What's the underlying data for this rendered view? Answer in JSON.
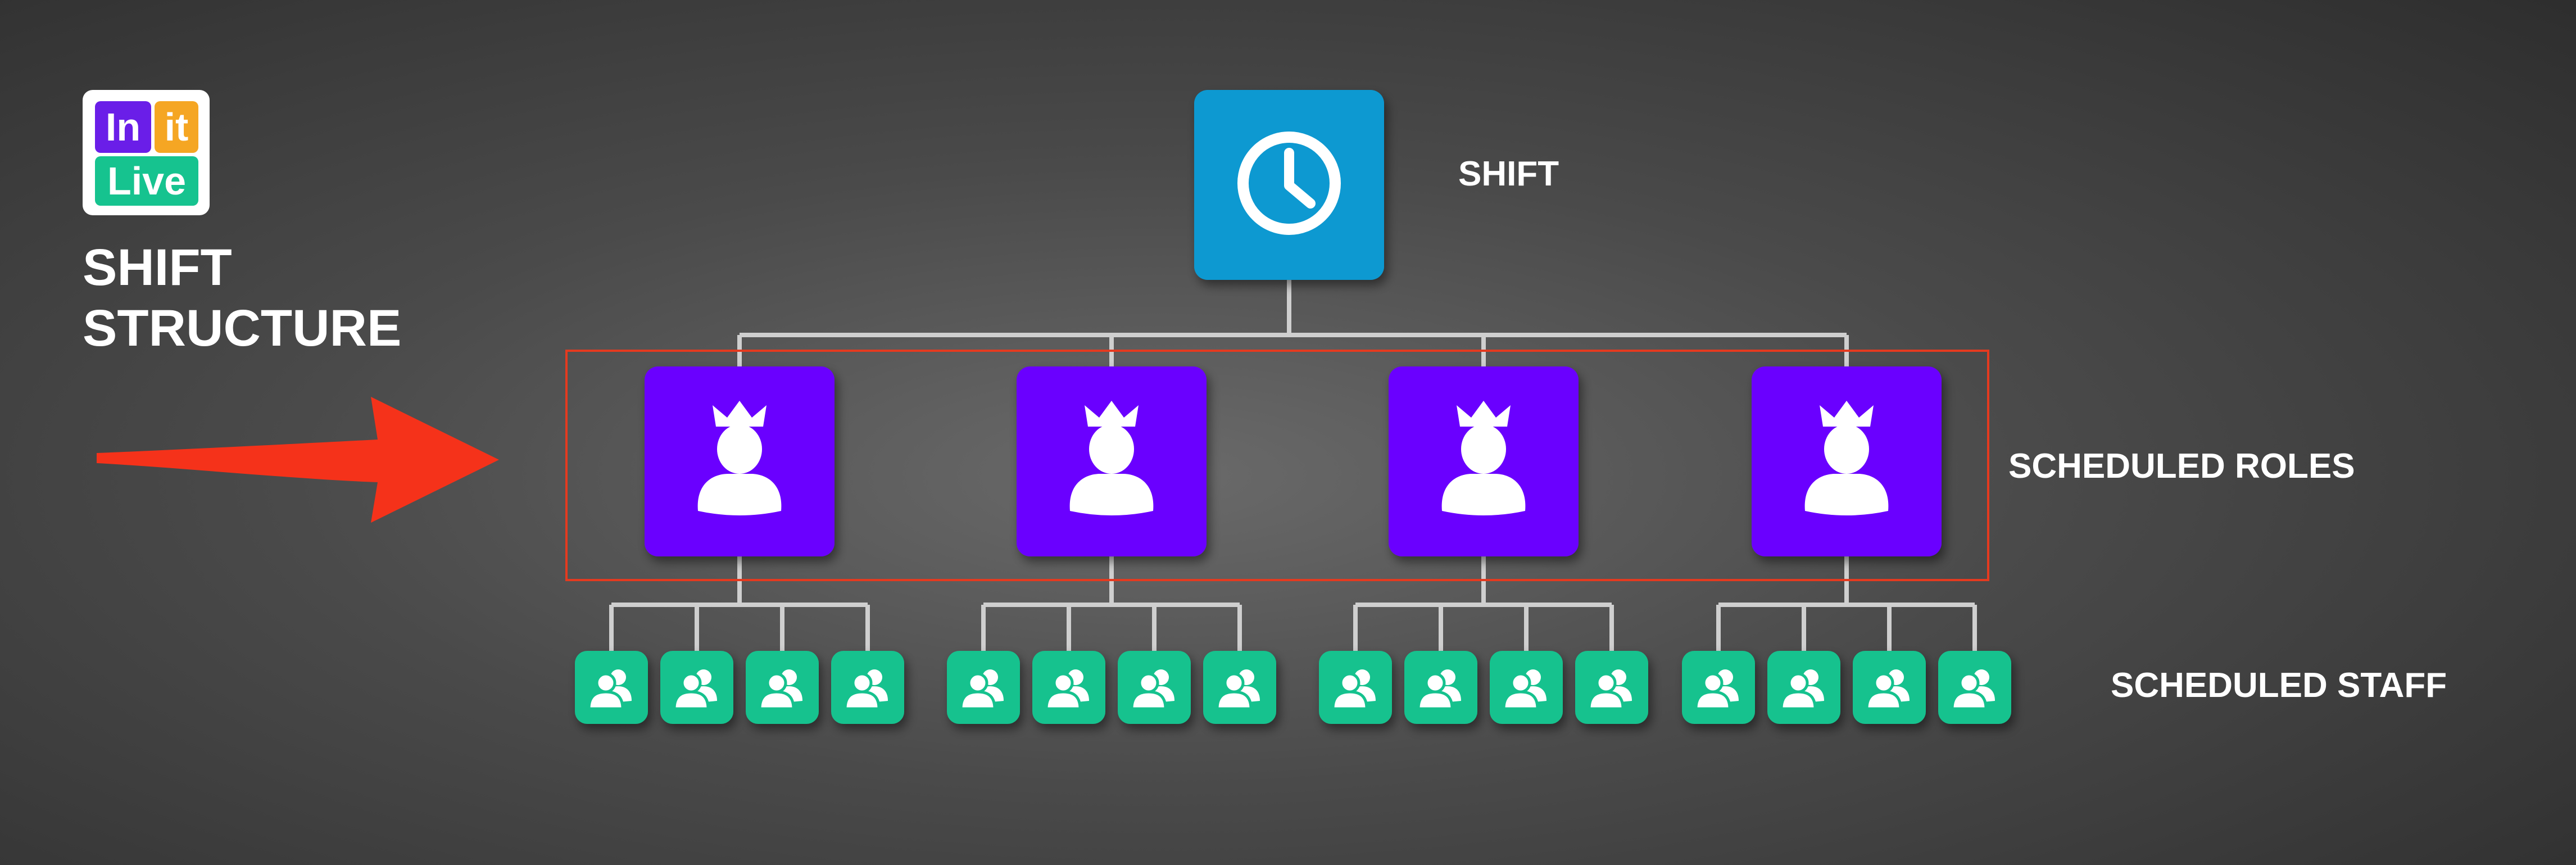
{
  "logo": {
    "part1": "In",
    "part2": "it",
    "part3": "Live"
  },
  "title": {
    "line1": "SHIFT",
    "line2": "STRUCTURE"
  },
  "labels": {
    "shift": "SHIFT",
    "roles": "SCHEDULED ROLES",
    "staff": "SCHEDULED STAFF"
  },
  "colors": {
    "shift_node": "#0b99d1",
    "role_node": "#6a00ff",
    "staff_node": "#15c28e",
    "connector": "#cfcfcf",
    "highlight_box": "#e53a1f",
    "arrow": "#f5321a"
  },
  "icons": {
    "shift": "clock-icon",
    "role": "crowned-person-icon",
    "staff": "people-icon"
  },
  "structure": {
    "roles": 4,
    "staff_per_role": 4
  }
}
